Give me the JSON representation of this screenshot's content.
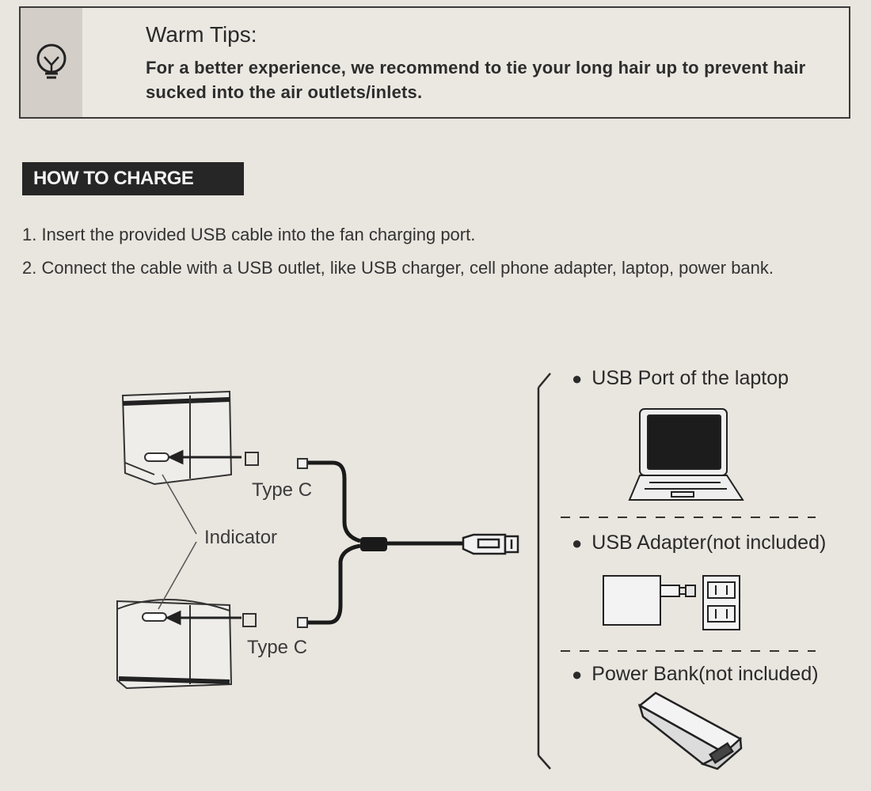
{
  "warm_tips": {
    "title": "Warm Tips:",
    "body": "For a better experience, we recommend to tie your long hair up to prevent hair sucked into the air outlets/inlets.",
    "icon": "lightbulb-icon"
  },
  "how_to_charge": {
    "heading": "HOW TO CHARGE",
    "steps": [
      "1. Insert the provided USB cable into the fan charging port.",
      "2. Connect the cable with a USB outlet, like USB charger, cell phone adapter, laptop, power bank."
    ]
  },
  "diagram": {
    "type_c_top": "Type C",
    "type_c_bottom": "Type C",
    "indicator": "Indicator"
  },
  "sources": [
    {
      "label": "USB Port of the laptop",
      "icon": "laptop-icon"
    },
    {
      "label": "USB Adapter(not included)",
      "icon": "usb-adapter-icon"
    },
    {
      "label": "Power Bank(not included)",
      "icon": "power-bank-icon"
    }
  ]
}
